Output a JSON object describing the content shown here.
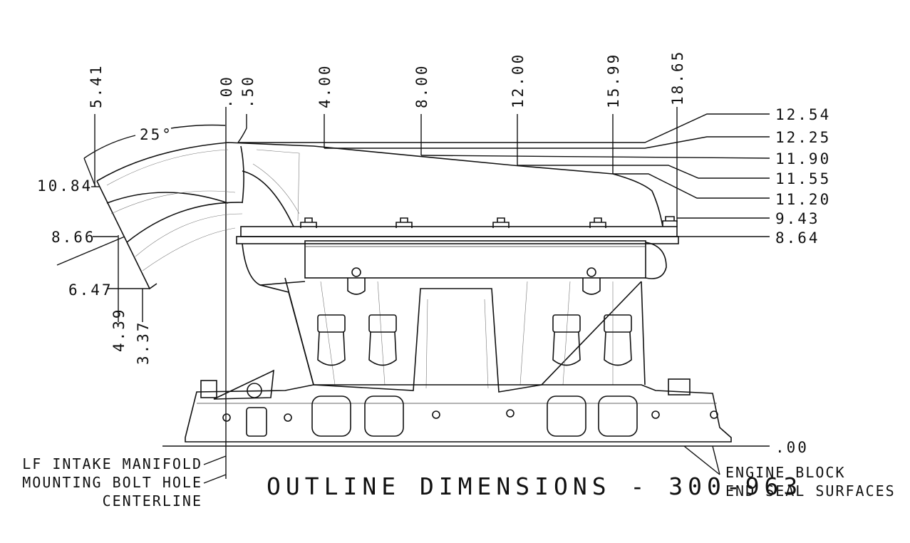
{
  "title": "OUTLINE DIMENSIONS - 300-963",
  "horizontal_dims": {
    "d541": "5.41",
    "d000": ".00",
    "d050": ".50",
    "d400": "4.00",
    "d800": "8.00",
    "d1200": "12.00",
    "d1599": "15.99",
    "d1865": "18.65"
  },
  "right_dims": {
    "d1254": "12.54",
    "d1225": "12.25",
    "d1190": "11.90",
    "d1155": "11.55",
    "d1120": "11.20",
    "d943": "9.43",
    "d864": "8.64",
    "d000": ".00"
  },
  "left_dims": {
    "d1084": "10.84",
    "d866": "8.66",
    "d647": "6.47",
    "d439": "4.39",
    "d337": "3.37"
  },
  "angle": "25°",
  "notes": {
    "left_line1": "LF INTAKE MANIFOLD",
    "left_line2": "MOUNTING BOLT HOLE",
    "left_line3": "CENTERLINE",
    "right_line1": "ENGINE BLOCK",
    "right_line2": "END SEAL SURFACES"
  }
}
